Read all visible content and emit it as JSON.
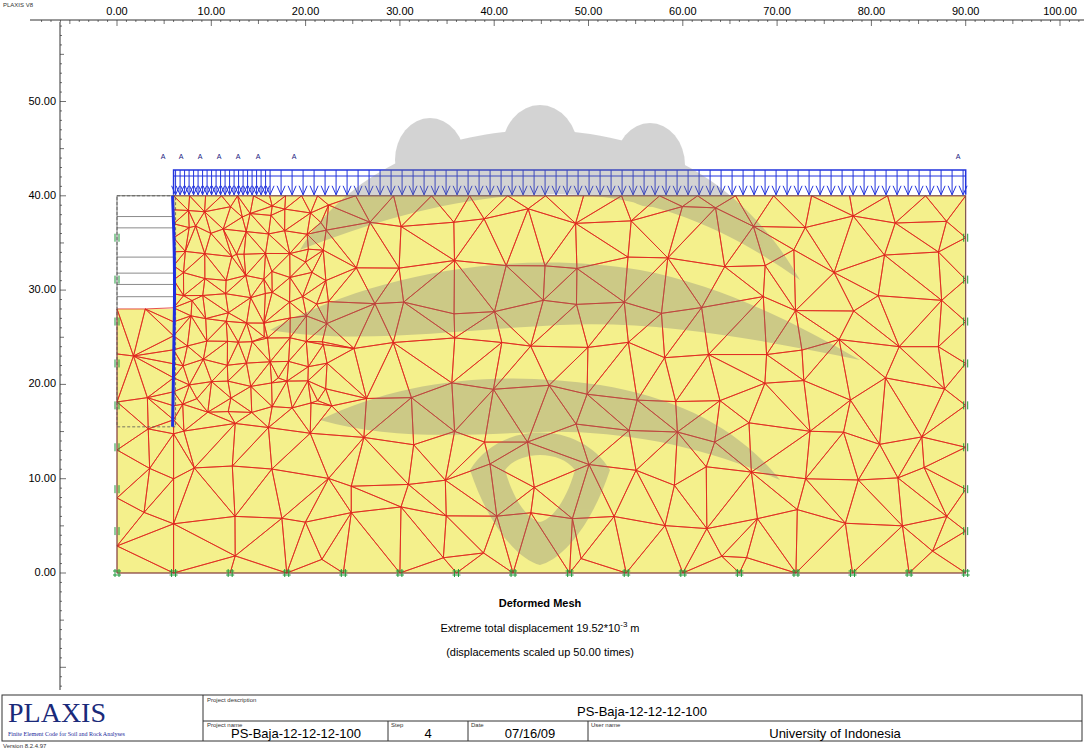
{
  "diagram": {
    "labels": [
      "PLAXIS V8",
      "0.00",
      "10.00",
      "20.00",
      "30.00",
      "40.00",
      "50.00",
      "60.00",
      "70.00",
      "80.00",
      "90.00",
      "100.00",
      "50.00",
      "40.00",
      "30.00",
      "20.00",
      "10.00",
      "0.00",
      "A",
      "A",
      "A",
      "A",
      "A",
      "A",
      "A",
      "A",
      "Deformed Mesh",
      "Extreme total displacement 19.52*10",
      "-3",
      "m",
      "(displacements scaled up 50.00 times)",
      "PLAXIS",
      "Finite Element Code for Soil and Rock Analyses",
      "Project description",
      "PS-Baja-12-12-12-100",
      "Project name",
      "PS-Baja-12-12-12-100",
      "Step",
      "4",
      "Date",
      "07/16/09",
      "User name",
      "University of Indonesia",
      "Version 8.2.4.97"
    ]
  }
}
